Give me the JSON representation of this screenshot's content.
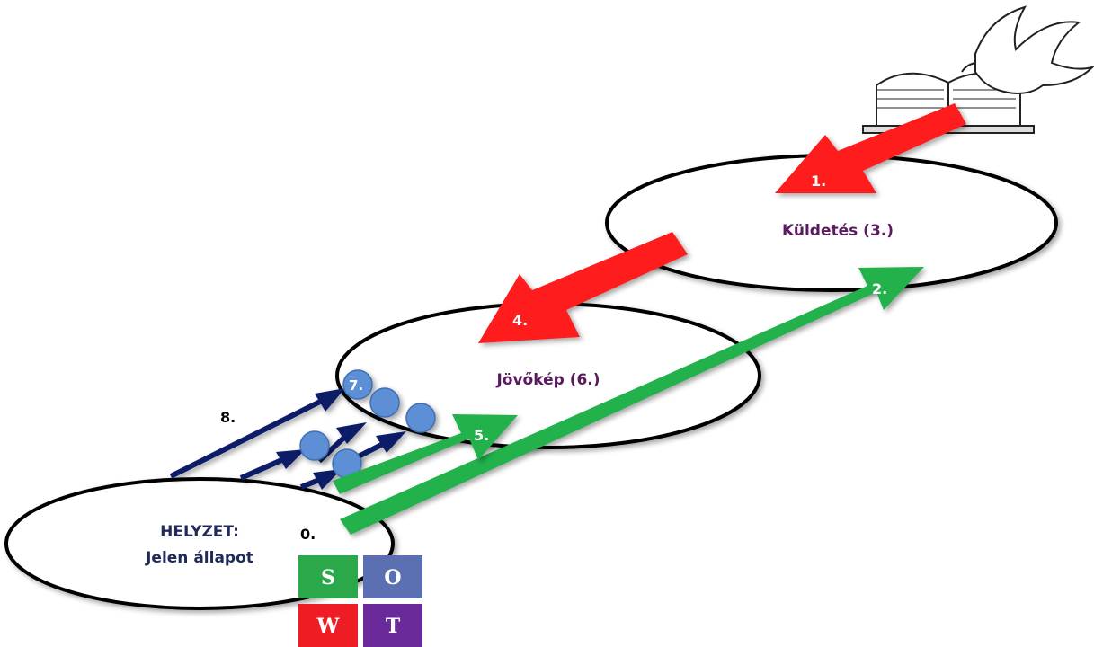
{
  "nodes": {
    "mission": {
      "label": "Küldetés (3.)"
    },
    "vision": {
      "label": "Jövőkép (6.)"
    },
    "situation": {
      "label_line1": "HELYZET:",
      "label_line2": "Jelen állapot"
    }
  },
  "numbers": {
    "n0": "0.",
    "n1": "1.",
    "n2": "2.",
    "n4": "4.",
    "n5": "5.",
    "n7": "7.",
    "n8": "8."
  },
  "swot": {
    "s": "S",
    "o": "O",
    "w": "W",
    "t": "T"
  },
  "colors": {
    "red": "#ff1a1a",
    "green": "#22b14c",
    "navy": "#0d1f66",
    "purple_text": "#5a1a5e",
    "navy_text": "#1f2a5a",
    "circle": "#5b8fd6",
    "swot_s": "#2aa84a",
    "swot_o": "#5b6fb3",
    "swot_w": "#ee1c24",
    "swot_t": "#6a2a99"
  },
  "icons": {
    "book_dove": "open-book-dove-icon"
  }
}
